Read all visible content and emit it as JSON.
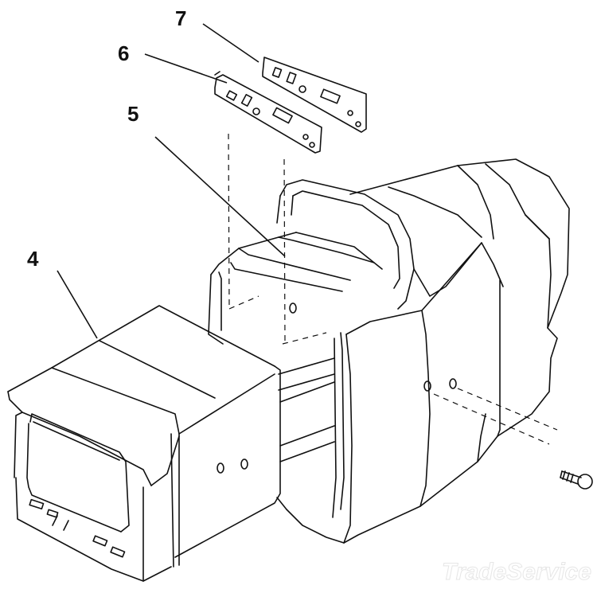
{
  "diagram": {
    "callouts": [
      {
        "id": "4",
        "label": "4"
      },
      {
        "id": "5",
        "label": "5"
      },
      {
        "id": "6",
        "label": "6"
      },
      {
        "id": "7",
        "label": "7"
      }
    ],
    "watermark": "TradeService"
  },
  "colors": {
    "line": "#111111",
    "background": "#ffffff",
    "watermark": "#e6e6e6"
  }
}
